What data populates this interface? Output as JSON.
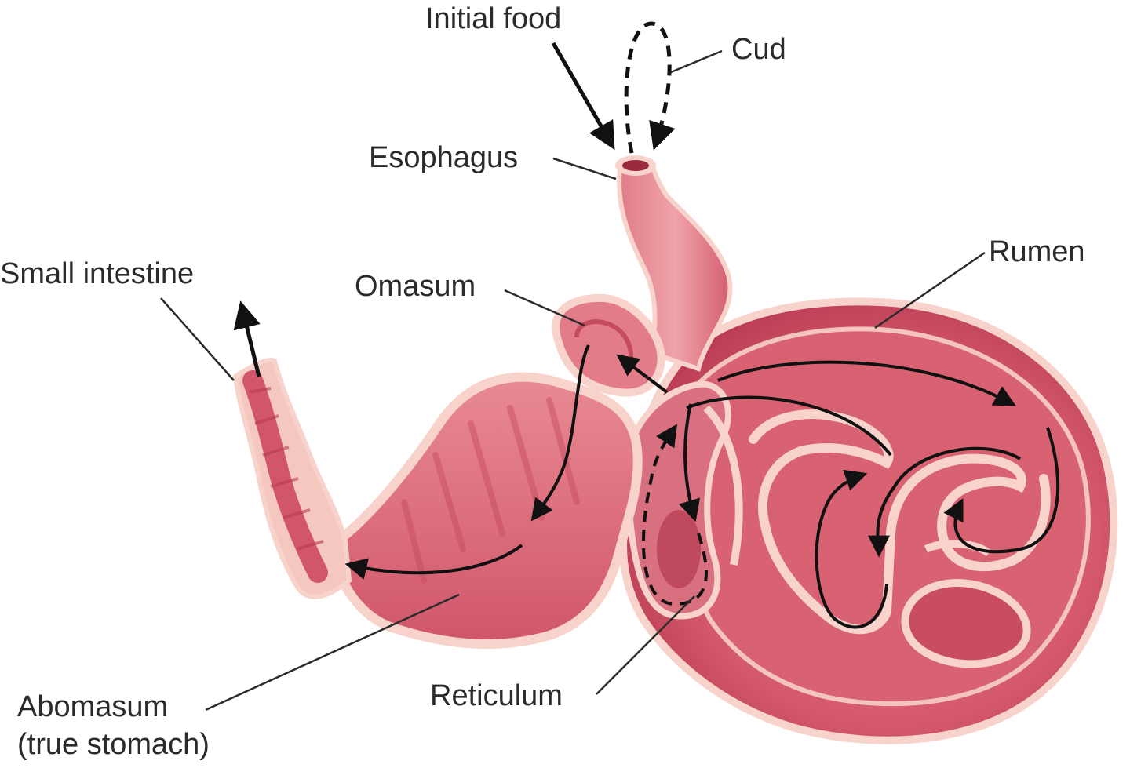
{
  "labels": {
    "initial_food": "Initial food",
    "cud": "Cud",
    "esophagus": "Esophagus",
    "small_intestine": "Small intestine",
    "omasum": "Omasum",
    "rumen": "Rumen",
    "abomasum": "Abomasum",
    "abomasum_note": "(true stomach)",
    "reticulum": "Reticulum"
  },
  "colors": {
    "tissue_outer": "#f7d3cb",
    "tissue_mid": "#e9868f",
    "tissue_deep": "#c83f56",
    "tissue_dark": "#a02a40",
    "line": "#2b2b2b",
    "arrow": "#111111"
  }
}
